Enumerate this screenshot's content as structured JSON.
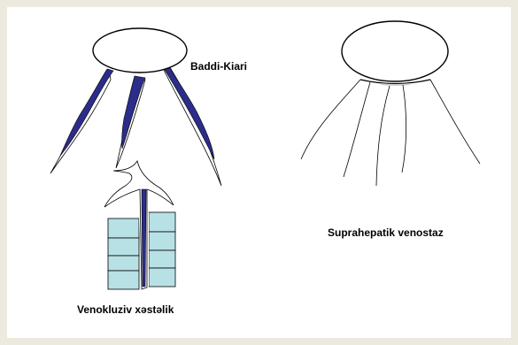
{
  "labels": {
    "baddi_kiari": "Baddi-Kiari",
    "venokluziv": "Venokluziv xəstəlik",
    "suprahepatik": "Suprahepatik venostaz"
  },
  "colors": {
    "background": "#ece9de",
    "canvas": "#ffffff",
    "vein_fill": "#2c2c8a",
    "lobule_fill": "#b8e1e6",
    "outline": "#000000"
  }
}
